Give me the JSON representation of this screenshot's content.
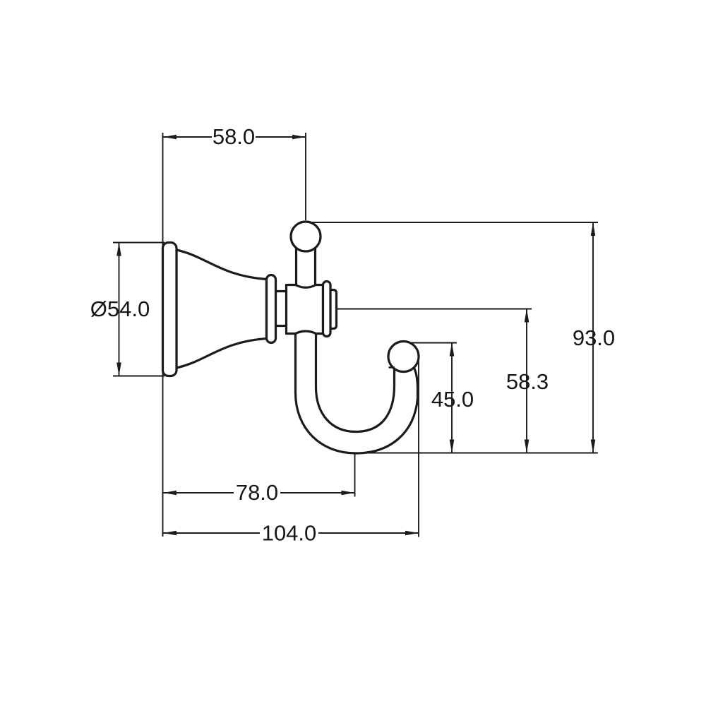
{
  "drawing": {
    "type": "technical-dimension-drawing",
    "subject": "wall-mounted-robe-hook-side-view",
    "background_color": "#ffffff",
    "line_color": "#1b1b1b",
    "dims": {
      "top_width": "58.0",
      "flange_diameter": "Ø54.0",
      "overall_height": "93.0",
      "center_to_hook_bottom": "58.3",
      "hook_opening_height": "45.0",
      "projection_to_hook_bottom": "78.0",
      "overall_projection": "104.0"
    }
  }
}
